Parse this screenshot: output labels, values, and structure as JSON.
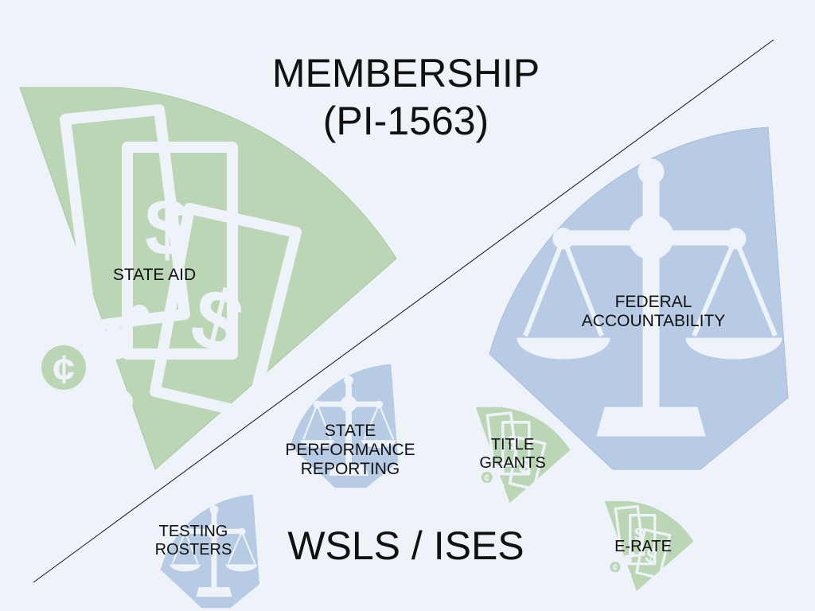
{
  "title": {
    "line1": "MEMBERSHIP",
    "line2": "(PI-1563)"
  },
  "footer": {
    "text": "WSLS / ISES"
  },
  "labels": {
    "state_aid": "STATE AID",
    "federal_line1": "FEDERAL",
    "federal_line2": "ACCOUNTABILITY",
    "perf_line1": "STATE",
    "perf_line2": "PERFORMANCE",
    "perf_line3": "REPORTING",
    "grants_line1": "TITLE",
    "grants_line2": "GRANTS",
    "testing_line1": "TESTING",
    "testing_line2": "ROSTERS",
    "erate": "E-RATE"
  },
  "colors": {
    "background": "#eef2f9",
    "money_green": "#bad6b4",
    "scale_blue": "#b7cbe5",
    "icon_cutout": "#eef2f9",
    "divider": "#111111"
  },
  "icons": {
    "state_aid": "money-icon",
    "federal_accountability": "scales-icon",
    "state_performance_reporting": "scales-icon",
    "title_grants": "money-icon",
    "testing_rosters": "scales-icon",
    "erate": "money-icon"
  }
}
